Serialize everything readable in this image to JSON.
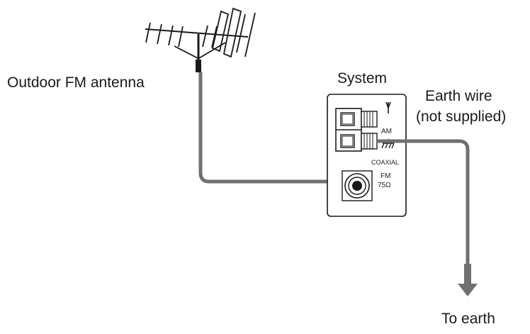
{
  "labels": {
    "antenna": "Outdoor FM antenna",
    "system": "System",
    "earth_wire_line1": "Earth wire",
    "earth_wire_line2": "(not supplied)",
    "to_earth": "To earth"
  },
  "panel": {
    "am": "AM",
    "coaxial": "COAXIAL",
    "fm": "FM",
    "impedance": "75Ω"
  },
  "icons": {
    "antenna_symbol": "antenna-symbol-icon",
    "ground_symbol": "ground-symbol-icon",
    "arrow": "arrow-down-icon"
  },
  "colors": {
    "cable": "#707070",
    "line": "#1a1a1a"
  }
}
